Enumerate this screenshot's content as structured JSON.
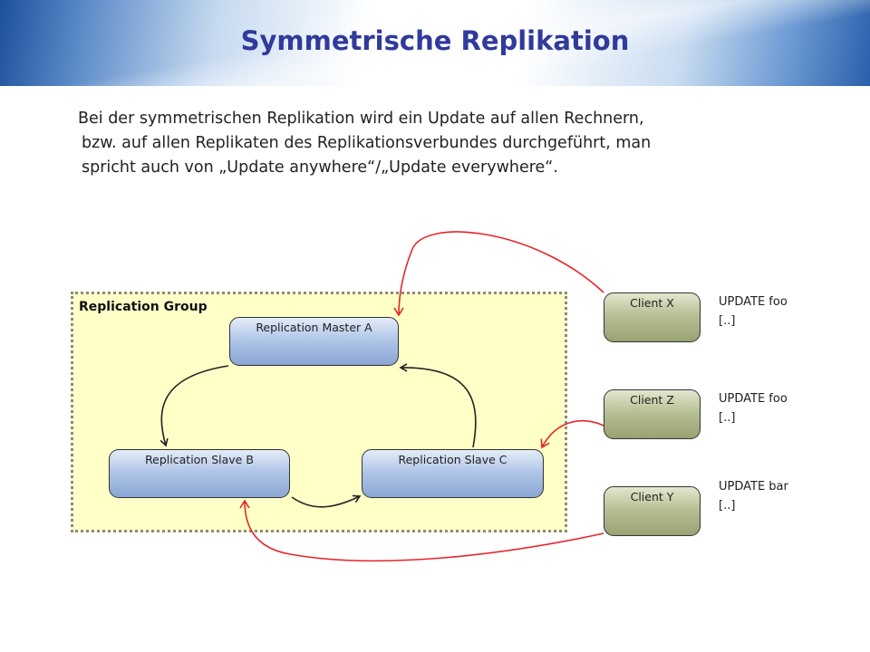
{
  "header": {
    "title": "Symmetrische Replikation"
  },
  "intro": {
    "line1": "Bei der symmetrischen Replikation wird ein Update auf allen Rechnern,",
    "line2": "bzw. auf allen Replikaten des Replikationsverbundes durchgeführt, man",
    "line3": "spricht auch von „Update anywhere“/„Update everywhere“."
  },
  "diagram": {
    "group_label": "Replication Group",
    "nodes": {
      "master": "Replication Master A",
      "slave_b": "Replication Slave B",
      "slave_c": "Replication Slave C"
    },
    "clients": [
      {
        "name": "Client X",
        "cmd": "UPDATE foo",
        "more": "[..]"
      },
      {
        "name": "Client Z",
        "cmd": "UPDATE foo",
        "more": "[..]"
      },
      {
        "name": "Client Y",
        "cmd": "UPDATE bar",
        "more": "[..]"
      }
    ],
    "colors": {
      "group_fill": "#ffffc8",
      "replica_node": "#a6bde3",
      "client_node": "#aab585",
      "client_arrow": "#e8242a",
      "replication_arrow": "#222222"
    }
  }
}
